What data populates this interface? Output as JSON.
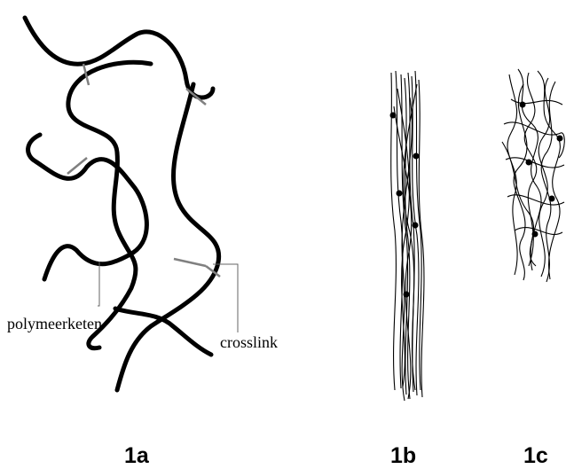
{
  "labels": {
    "polymer_chain": "polymeerketen",
    "crosslink": "crosslink"
  },
  "panels": {
    "a": "1a",
    "b": "1b",
    "c": "1c"
  },
  "colors": {
    "chain": "#000000",
    "crosslink": "#808080",
    "leader": "#666666"
  }
}
